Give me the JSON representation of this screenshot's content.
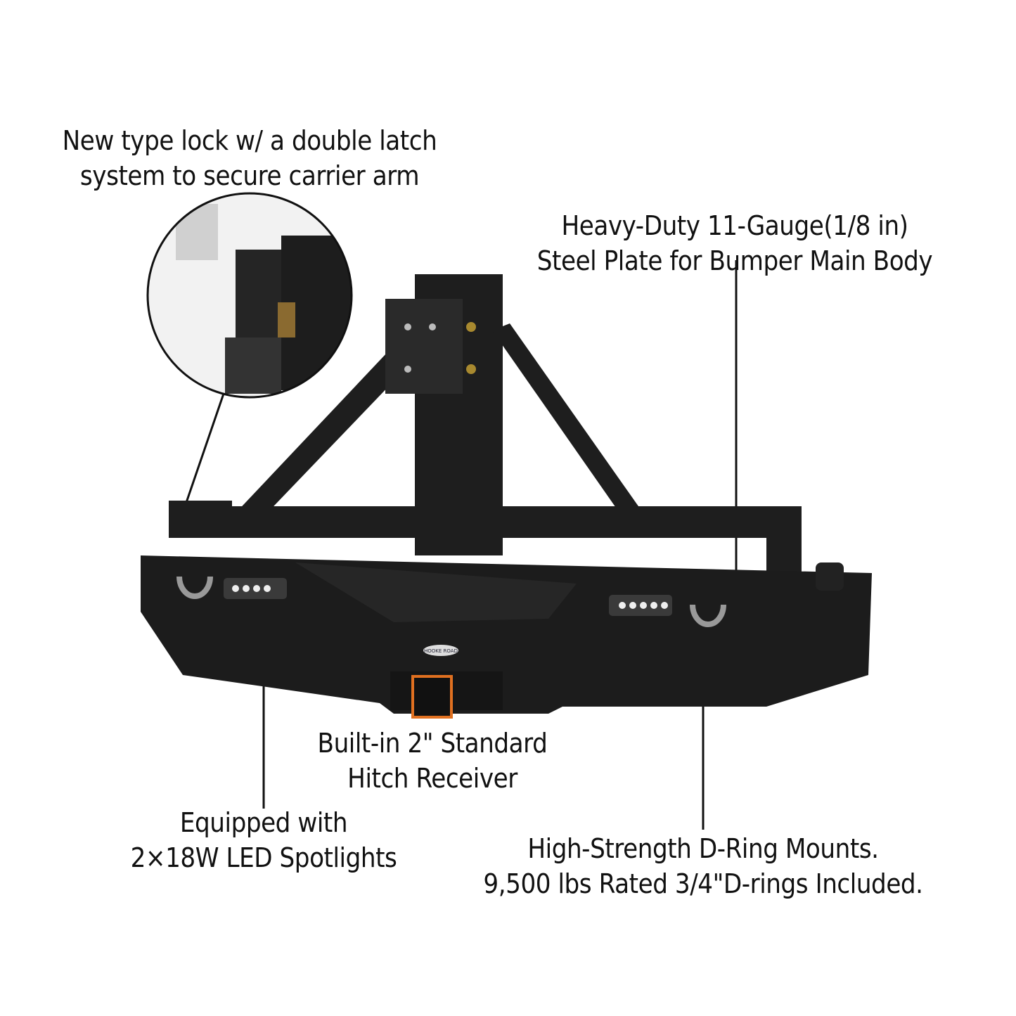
{
  "callouts": {
    "lock": {
      "line1": "New type lock w/ a double latch",
      "line2": "system to secure carrier arm"
    },
    "steel": {
      "line1": "Heavy-Duty 11-Gauge(1/8 in)",
      "line2": "Steel Plate for Bumper Main Body"
    },
    "hitch": {
      "line1": "Built-in 2\" Standard",
      "line2": "Hitch Receiver"
    },
    "led": {
      "line1": "Equipped with",
      "line2": "2×18W LED Spotlights"
    },
    "dring": {
      "line1": "High-Strength D-Ring Mounts.",
      "line2": "9,500 lbs Rated 3/4\"D-rings Included."
    }
  },
  "logo": "HOOKE ROAD",
  "colors": {
    "bumper": "#1c1c1c",
    "hitch_highlight": "#e07020",
    "text": "#111111"
  }
}
